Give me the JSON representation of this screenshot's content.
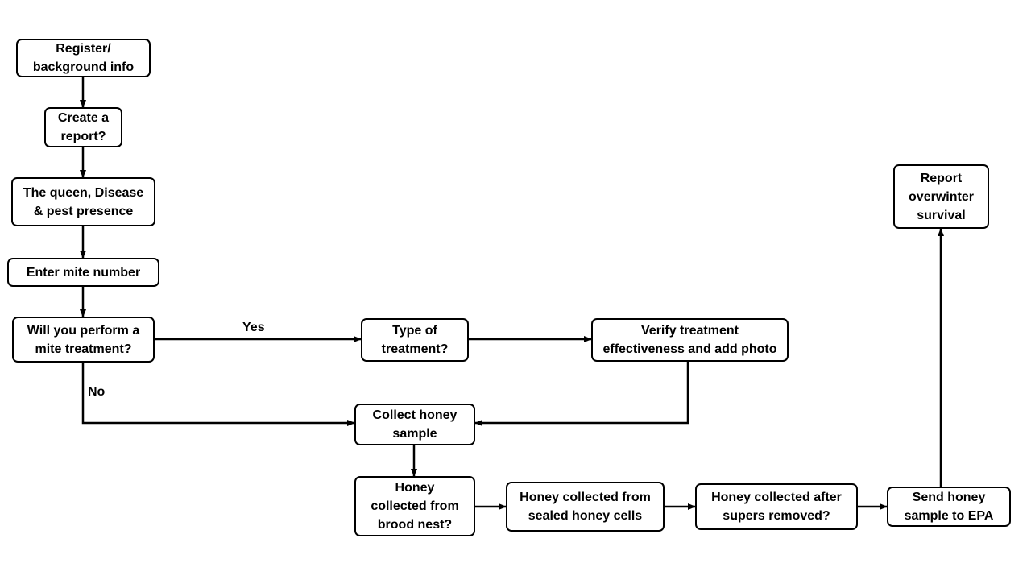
{
  "nodes": {
    "register": "Register/\nbackground info",
    "create_report": "Create a\nreport?",
    "queen_disease": "The queen, Disease\n& pest presence",
    "mite_number": "Enter mite number",
    "mite_treatment": "Will you perform a\nmite treatment?",
    "type_treatment": "Type of\ntreatment?",
    "verify_treatment": "Verify treatment\neffectiveness and add photo",
    "collect_honey": "Collect honey\nsample",
    "brood_nest": "Honey\ncollected from\nbrood nest?",
    "sealed_cells": "Honey collected from\nsealed honey cells",
    "supers_removed": "Honey collected after\nsupers removed?",
    "send_sample": "Send honey\nsample to EPA",
    "overwinter": "Report\noverwinter\nsurvival"
  },
  "edge_labels": {
    "yes": "Yes",
    "no": "No"
  },
  "colors": {
    "stroke": "#000000",
    "background": "#ffffff"
  }
}
